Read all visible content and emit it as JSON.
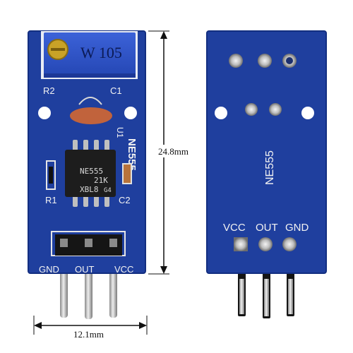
{
  "front": {
    "pot_marking": "W 105",
    "labels": {
      "r2": "R2",
      "c1": "C1",
      "u1": "U1",
      "ne555": "NE555",
      "r1": "R1",
      "c2": "C2"
    },
    "chip": {
      "line1": "NE555",
      "line2": "21K",
      "line3": "XBL8",
      "line3b": "G4"
    },
    "pin_labels": {
      "gnd": "GND",
      "out": "OUT",
      "vcc": "VCC"
    }
  },
  "back": {
    "ne555": "NE555",
    "pin_labels": {
      "vcc": "VCC",
      "out": "OUT",
      "gnd": "GND"
    }
  },
  "dimensions": {
    "height": "24.8mm",
    "width": "12.1mm"
  },
  "colors": {
    "pcb": "#1f3f9e",
    "pcb_dark": "#16307d",
    "pot": "#2f52c9",
    "pin": "#c9c9c9",
    "header": "#151515"
  }
}
